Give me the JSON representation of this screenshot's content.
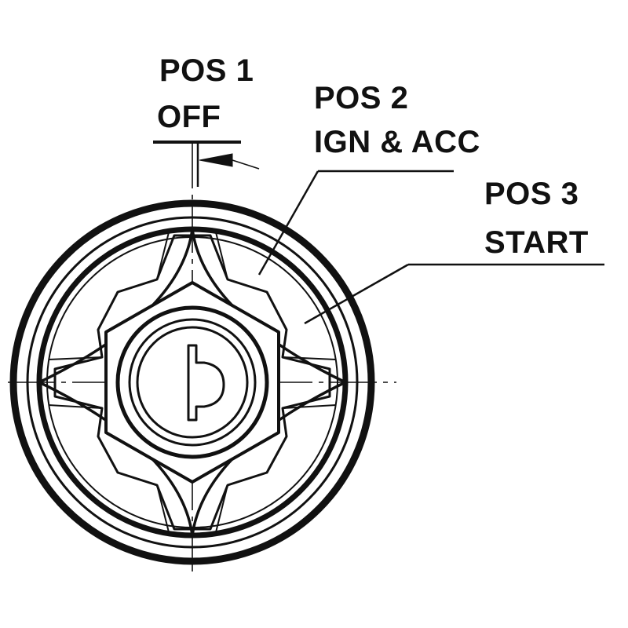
{
  "diagram": {
    "positions": [
      {
        "id": "pos1",
        "line1": "POS 1",
        "line2": "OFF"
      },
      {
        "id": "pos2",
        "line1": "POS 2",
        "line2": "IGN & ACC"
      },
      {
        "id": "pos3",
        "line1": "POS 3",
        "line2": "START"
      }
    ],
    "colors": {
      "ink": "#111111",
      "background": "#ffffff"
    }
  }
}
